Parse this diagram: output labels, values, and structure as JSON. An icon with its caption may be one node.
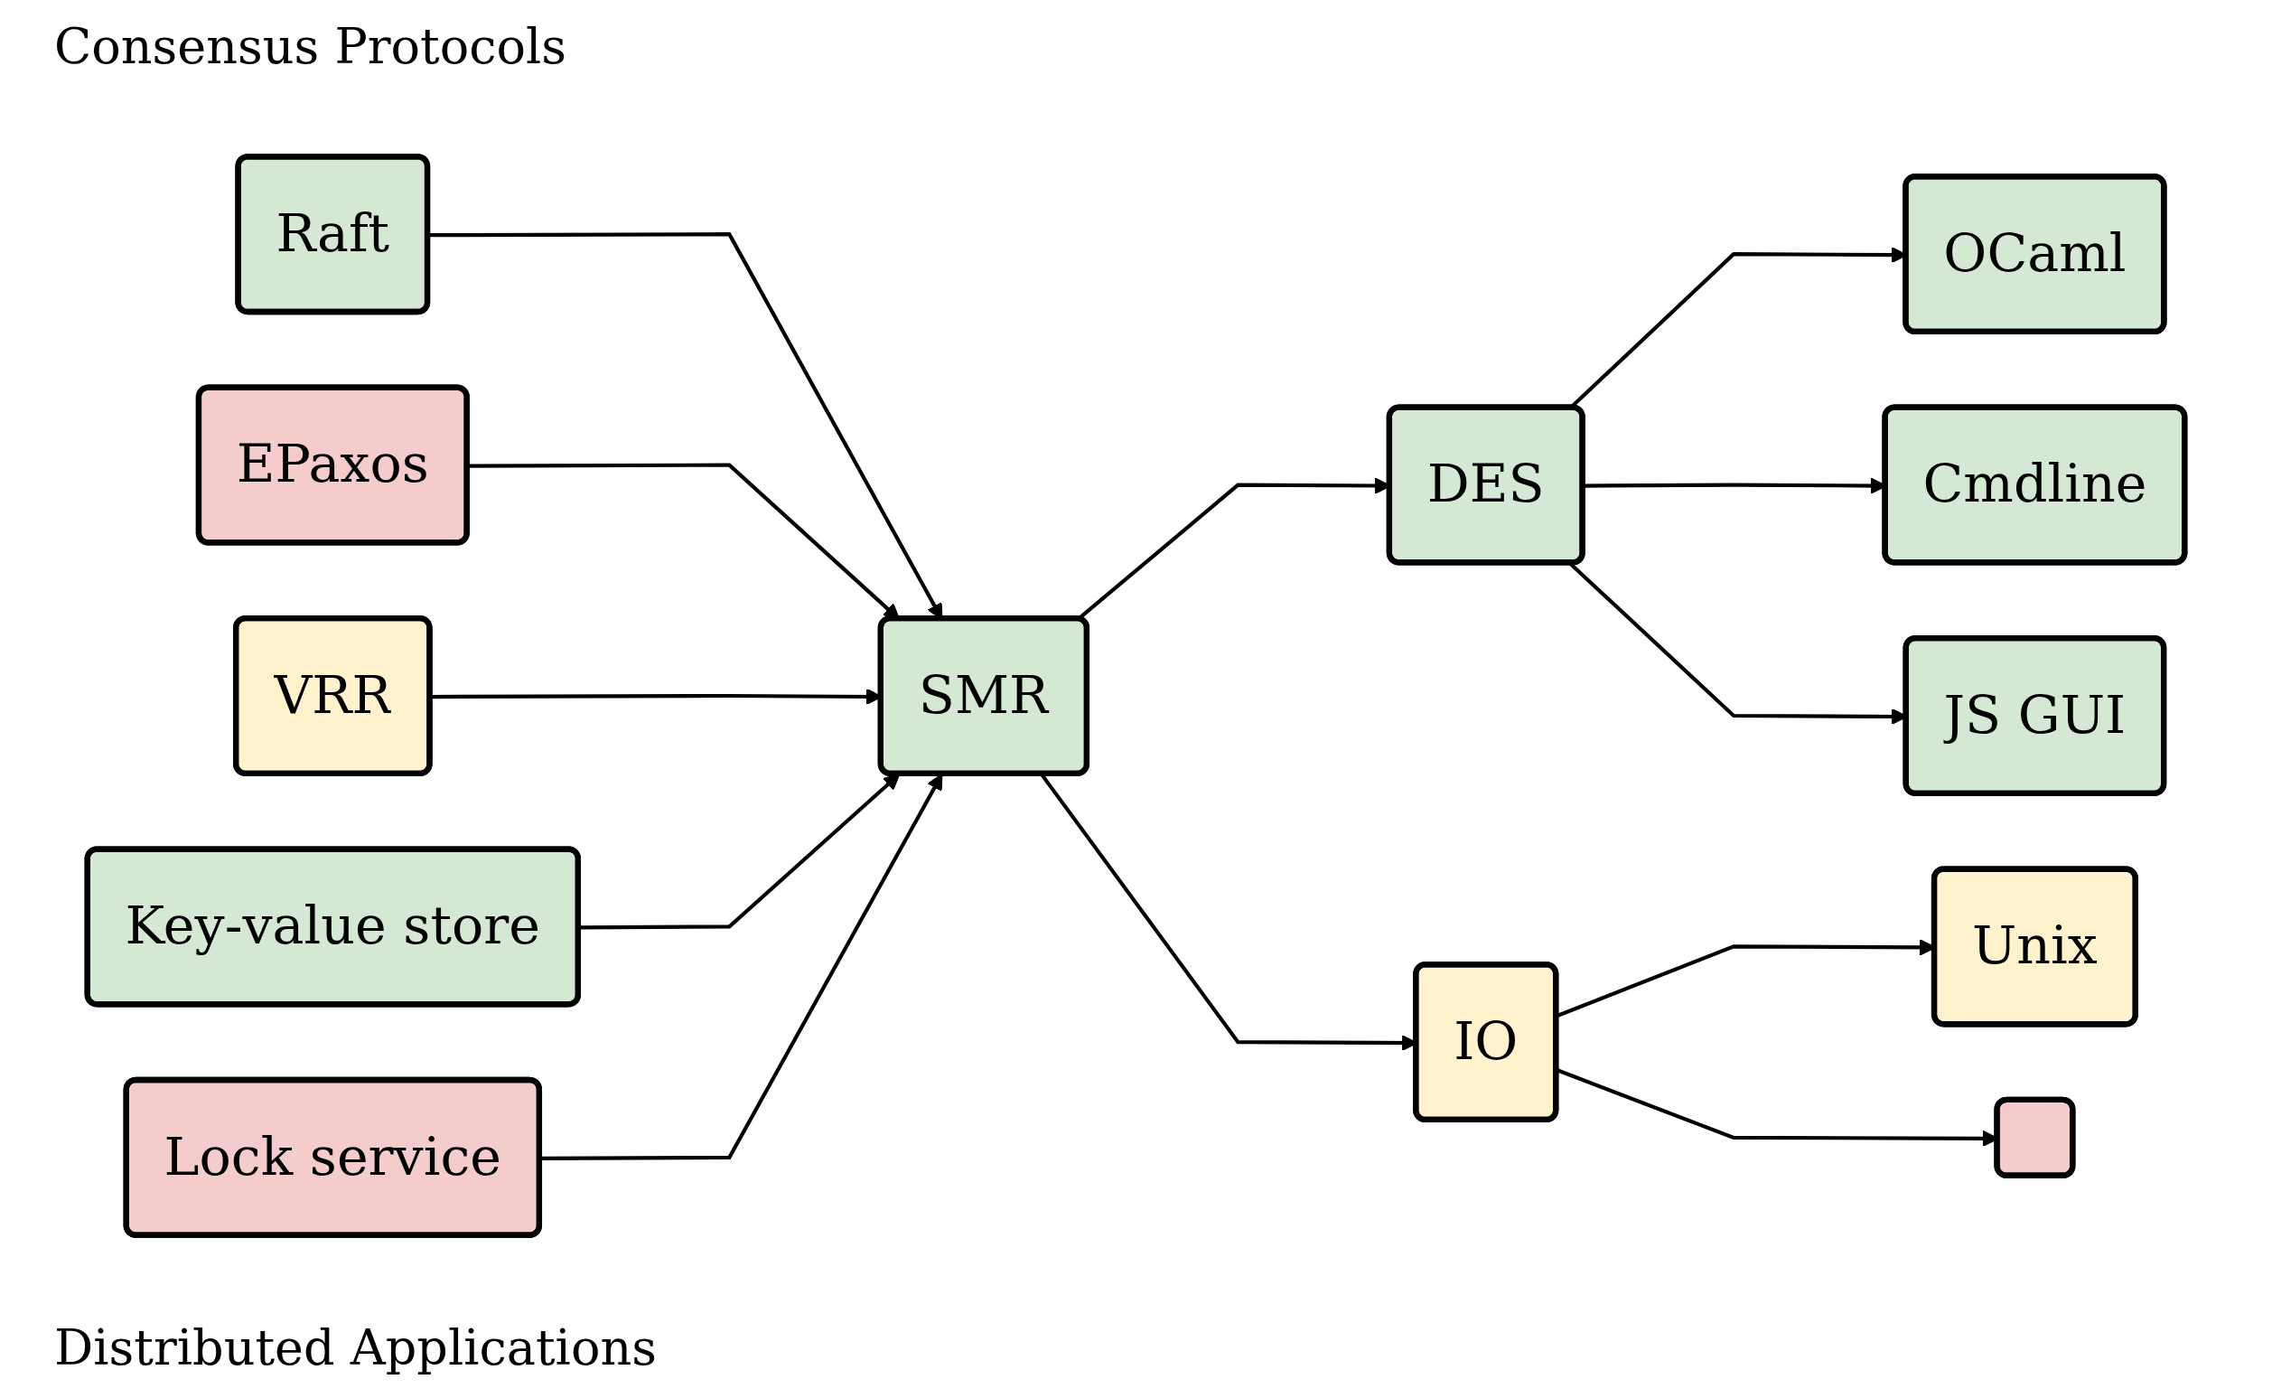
{
  "diagram": {
    "nodes": [
      {
        "text": [
          "Raft"
        ]
      },
      {
        "text": [
          "EPaxos"
        ]
      },
      {
        "text": [
          "VRR"
        ]
      },
      {
        "text": [
          "Key-value store"
        ]
      },
      {
        "text": [
          "Lock service"
        ]
      },
      {
        "text": [
          "SMR"
        ]
      },
      {
        "text": [
          "DES"
        ]
      },
      {
        "text": [
          "IO"
        ]
      },
      {
        "text": [
          "OCaml"
        ]
      },
      {
        "text": [
          "Cmdline"
        ]
      },
      {
        "text": [
          "JS GUI"
        ]
      },
      {
        "text": [
          "Unix"
        ]
      },
      {
        "text": [],
        "shape": "box"
      }
    ],
    "edges": [
      {
        "from": 0,
        "to": 5,
        "arrow": "to"
      },
      {
        "from": 1,
        "to": 5,
        "arrow": "to"
      },
      {
        "from": 2,
        "to": 5,
        "arrow": "to"
      },
      {
        "from": 3,
        "to": 5,
        "arrow": "to"
      },
      {
        "from": 4,
        "to": 5,
        "arrow": "to"
      },
      {
        "from": 5,
        "to": 6,
        "arrow": "to"
      },
      {
        "from": 5,
        "to": 7,
        "arrow": "to"
      },
      {
        "from": 6,
        "to": 8,
        "arrow": "to"
      },
      {
        "from": 6,
        "to": 9,
        "arrow": "to"
      },
      {
        "from": 6,
        "to": 10,
        "arrow": "to"
      },
      {
        "from": 7,
        "to": 11,
        "arrow": "to"
      },
      {
        "from": 7,
        "to": 12,
        "arrow": "to"
      }
    ],
    "labels": [
      "Consensus Protocols",
      "Distributed Applications"
    ]
  }
}
